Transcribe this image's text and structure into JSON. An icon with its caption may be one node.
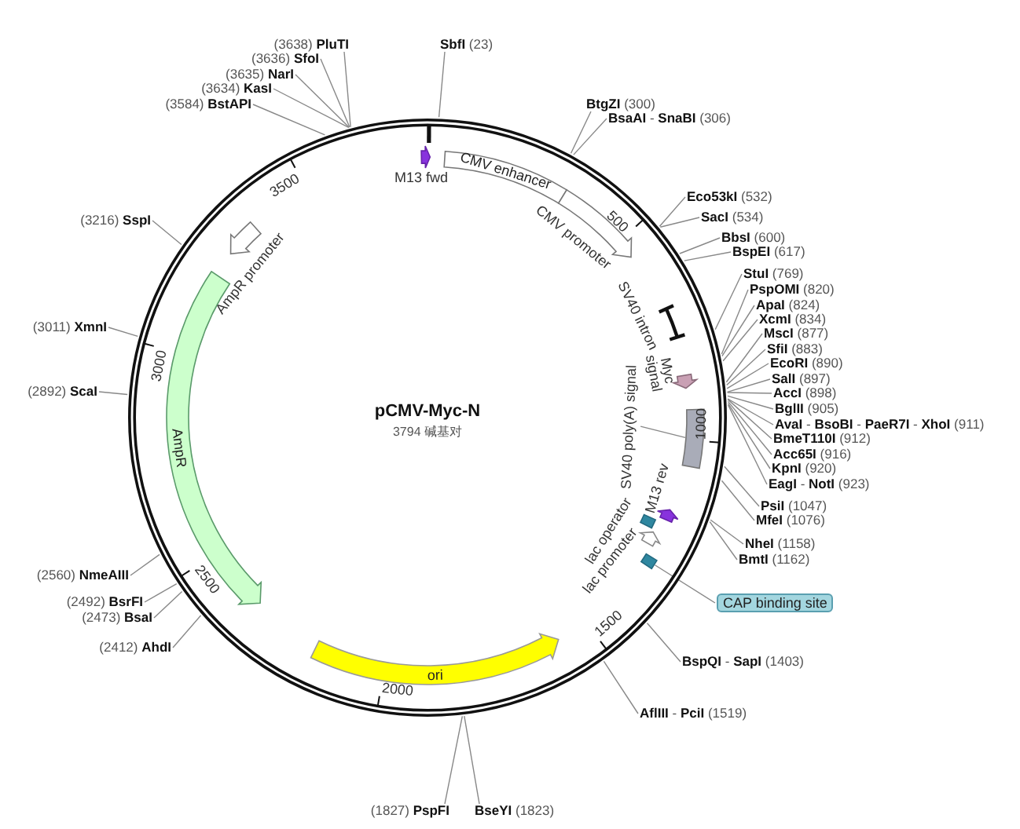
{
  "diagram": {
    "title": "pCMV-Myc-N",
    "nodes": [
      {
        "text": [
          "**SbfI** (23)"
        ]
      },
      {
        "text": [
          "**BtgZI** (300)"
        ]
      },
      {
        "text": [
          "**BsaAI** - **SnaBI** (306)"
        ]
      },
      {
        "text": [
          "**Eco53kI** (532)"
        ]
      },
      {
        "text": [
          "**SacI** (534)"
        ]
      },
      {
        "text": [
          "**BbsI** (600)"
        ]
      },
      {
        "text": [
          "**BspEI** (617)"
        ]
      },
      {
        "text": [
          "**StuI** (769)"
        ]
      },
      {
        "text": [
          "**PspOMI** (820)"
        ]
      },
      {
        "text": [
          "**ApaI** (824)"
        ]
      },
      {
        "text": [
          "**XcmI** (834)"
        ]
      },
      {
        "text": [
          "**MscI** (877)"
        ]
      },
      {
        "text": [
          "**SfiI** (883)"
        ]
      },
      {
        "text": [
          "**EcoRI** (890)"
        ]
      },
      {
        "text": [
          "**SalI** (897)"
        ]
      },
      {
        "text": [
          "**AccI** (898)"
        ]
      },
      {
        "text": [
          "**BglII** (905)"
        ]
      },
      {
        "text": [
          "**AvaI** - **BsoBI** - **PaeR7I** - **XhoI** (911)"
        ]
      },
      {
        "text": [
          "**BmeT110I** (912)"
        ]
      },
      {
        "text": [
          "**Acc65I** (916)"
        ]
      },
      {
        "text": [
          "**KpnI** (920)"
        ]
      },
      {
        "text": [
          "**EagI** - **NotI** (923)"
        ]
      },
      {
        "text": [
          "**PsiI** (1047)"
        ]
      },
      {
        "text": [
          "**MfeI** (1076)"
        ]
      },
      {
        "text": [
          "**NheI** (1158)"
        ]
      },
      {
        "text": [
          "**BmtI** (1162)"
        ]
      },
      {
        "text": [
          "**BspQI** - **SapI** (1403)"
        ]
      },
      {
        "text": [
          "**AflIII** - **PciI** (1519)"
        ]
      },
      {
        "text": [
          "**BseYI** (1823)"
        ]
      },
      {
        "text": [
          "(1827) **PspFI**"
        ]
      },
      {
        "text": [
          "(2412) **AhdI**"
        ]
      },
      {
        "text": [
          "(2473) **BsaI**"
        ]
      },
      {
        "text": [
          "(2492) **BsrFI**"
        ]
      },
      {
        "text": [
          "(2560) **NmeAIII**"
        ]
      },
      {
        "text": [
          "(2892) **ScaI**"
        ]
      },
      {
        "text": [
          "(3011) **XmnI**"
        ]
      },
      {
        "text": [
          "(3216) **SspI**"
        ]
      },
      {
        "text": [
          "(3584) **BstAPI**"
        ]
      },
      {
        "text": [
          "(3634) **KasI**"
        ]
      },
      {
        "text": [
          "(3635) **NarI**"
        ]
      },
      {
        "text": [
          "(3636) **SfoI**"
        ]
      },
      {
        "text": [
          "(3638) **PluTI**"
        ]
      },
      {
        "text": [
          "CMV enhancer"
        ]
      },
      {
        "text": [],
        "shape": "arrow",
        "beside": [
          "CMV promoter"
        ]
      },
      {
        "text": [],
        "shape": "bar",
        "beside": [
          "SV40 intron"
        ]
      },
      {
        "text": [],
        "shape": "arrow",
        "beside": [
          "Myc signal"
        ]
      },
      {
        "text": [],
        "shape": "box"
      },
      {
        "text": [],
        "shape": "arrow",
        "beside": [
          "M13 rev"
        ]
      },
      {
        "text": [],
        "shape": "box",
        "beside": [
          "lac operator"
        ]
      },
      {
        "text": [],
        "shape": "arrow",
        "beside": [
          "lac promoter"
        ]
      },
      {
        "text": [],
        "shape": "box"
      },
      {
        "text": [
          "CAP binding site"
        ]
      },
      {
        "text": [
          "ori"
        ]
      },
      {
        "text": [
          "AmpR"
        ]
      },
      {
        "text": [],
        "shape": "arrow",
        "beside": [
          "AmpR promoter"
        ]
      },
      {
        "text": [],
        "shape": "arrow",
        "beside": [
          "M13 fwd"
        ]
      },
      {
        "text": [
          "SV40 poly(A) signal"
        ]
      }
    ],
    "edges": [
      {
        "from": 0,
        "to": null,
        "arrow": "none"
      },
      {
        "from": 1,
        "to": null,
        "arrow": "none"
      },
      {
        "from": 2,
        "to": null,
        "arrow": "none"
      },
      {
        "from": 3,
        "to": null,
        "arrow": "none"
      },
      {
        "from": 4,
        "to": null,
        "arrow": "none"
      },
      {
        "from": 5,
        "to": null,
        "arrow": "none"
      },
      {
        "from": 6,
        "to": null,
        "arrow": "none"
      },
      {
        "from": 7,
        "to": null,
        "arrow": "none"
      },
      {
        "from": 8,
        "to": null,
        "arrow": "none"
      },
      {
        "from": 9,
        "to": null,
        "arrow": "none"
      },
      {
        "from": 10,
        "to": null,
        "arrow": "none"
      },
      {
        "from": 11,
        "to": null,
        "arrow": "none"
      },
      {
        "from": 12,
        "to": null,
        "arrow": "none"
      },
      {
        "from": 13,
        "to": null,
        "arrow": "none"
      },
      {
        "from": 14,
        "to": null,
        "arrow": "none"
      },
      {
        "from": 15,
        "to": null,
        "arrow": "none"
      },
      {
        "from": 16,
        "to": null,
        "arrow": "none"
      },
      {
        "from": 17,
        "to": null,
        "arrow": "none"
      },
      {
        "from": 18,
        "to": null,
        "arrow": "none"
      },
      {
        "from": 19,
        "to": null,
        "arrow": "none"
      },
      {
        "from": 20,
        "to": null,
        "arrow": "none"
      },
      {
        "from": 21,
        "to": null,
        "arrow": "none"
      },
      {
        "from": 22,
        "to": null,
        "arrow": "none"
      },
      {
        "from": 23,
        "to": null,
        "arrow": "none"
      },
      {
        "from": 24,
        "to": null,
        "arrow": "none"
      },
      {
        "from": 25,
        "to": null,
        "arrow": "none"
      },
      {
        "from": 26,
        "to": null,
        "arrow": "none"
      },
      {
        "from": 27,
        "to": null,
        "arrow": "none"
      },
      {
        "from": 28,
        "to": null,
        "arrow": "none"
      },
      {
        "from": 29,
        "to": null,
        "arrow": "none"
      },
      {
        "from": 30,
        "to": null,
        "arrow": "none"
      },
      {
        "from": 31,
        "to": null,
        "arrow": "none"
      },
      {
        "from": 32,
        "to": null,
        "arrow": "none"
      },
      {
        "from": 33,
        "to": null,
        "arrow": "none"
      },
      {
        "from": 34,
        "to": null,
        "arrow": "none"
      },
      {
        "from": 35,
        "to": null,
        "arrow": "none"
      },
      {
        "from": 36,
        "to": null,
        "arrow": "none"
      },
      {
        "from": 37,
        "to": null,
        "arrow": "none"
      },
      {
        "from": 38,
        "to": null,
        "arrow": "none"
      },
      {
        "from": 39,
        "to": null,
        "arrow": "none"
      },
      {
        "from": 40,
        "to": null,
        "arrow": "none"
      },
      {
        "from": 41,
        "to": null,
        "arrow": "none"
      },
      {
        "from": 51,
        "to": 50,
        "arrow": "none"
      },
      {
        "from": 56,
        "to": 46,
        "arrow": "none"
      }
    ],
    "labels": [
      "500",
      "1000",
      "1500",
      "2000",
      "2500",
      "3000",
      "3500",
      "3794 碱基对"
    ]
  }
}
